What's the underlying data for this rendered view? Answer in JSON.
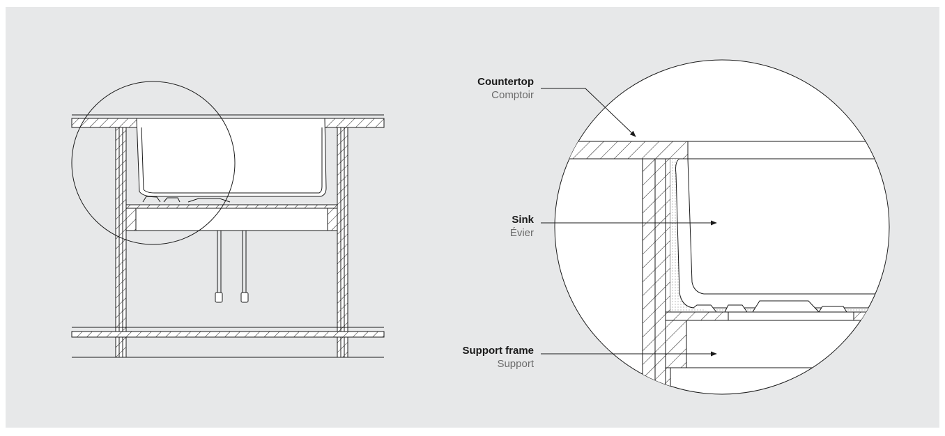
{
  "labels": {
    "countertop": {
      "en": "Countertop",
      "fr": "Comptoir"
    },
    "sink": {
      "en": "Sink",
      "fr": "Évier"
    },
    "support_frame": {
      "en": "Support frame",
      "fr": "Support"
    }
  },
  "colors": {
    "background": "#e7e8e9",
    "line": "#1a1a1a",
    "fill": "#ffffff"
  }
}
